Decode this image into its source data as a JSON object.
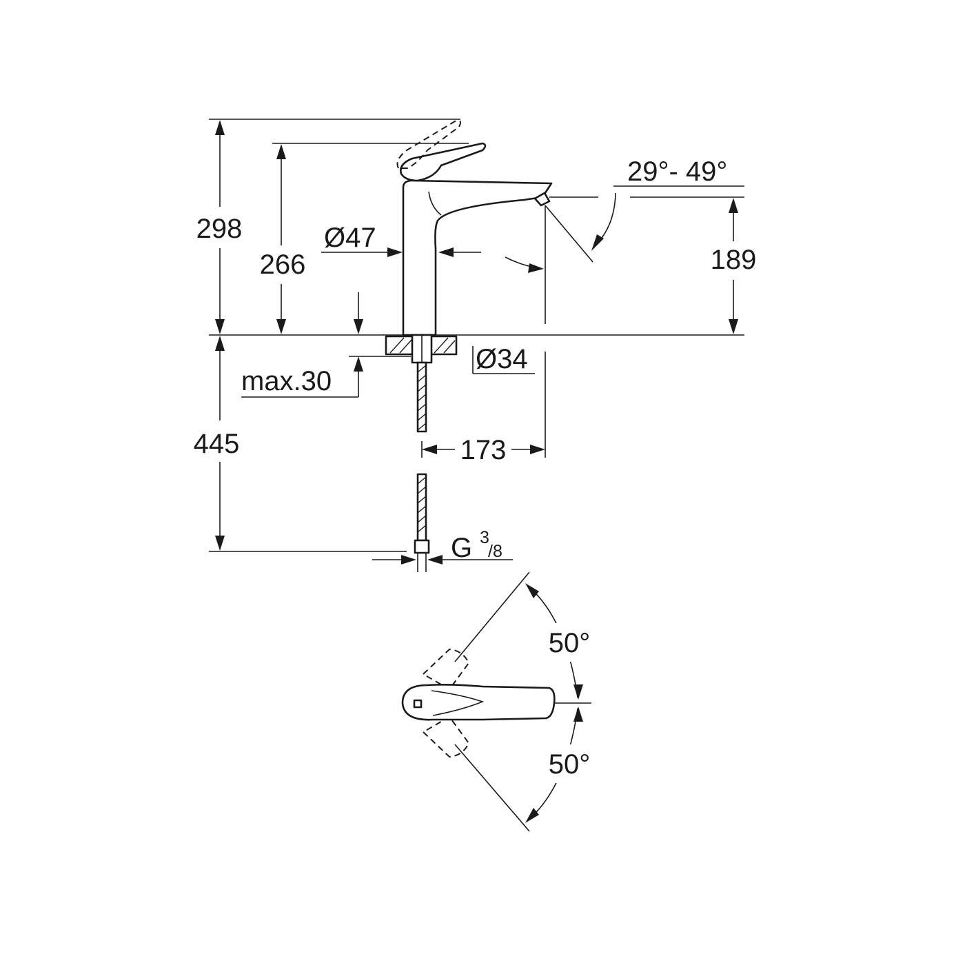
{
  "dimensions": {
    "total_height": "298",
    "lever_height": "266",
    "body_diameter": "Ø47",
    "spout_angle": "29°- 49°",
    "spout_height": "189",
    "shank_diameter": "Ø34",
    "max_thickness": "max.30",
    "hose_length": "445",
    "projection": "173",
    "connection_main": "G",
    "connection_num": "3",
    "connection_den": "/8",
    "rotation_up": "50°",
    "rotation_down": "50°"
  }
}
